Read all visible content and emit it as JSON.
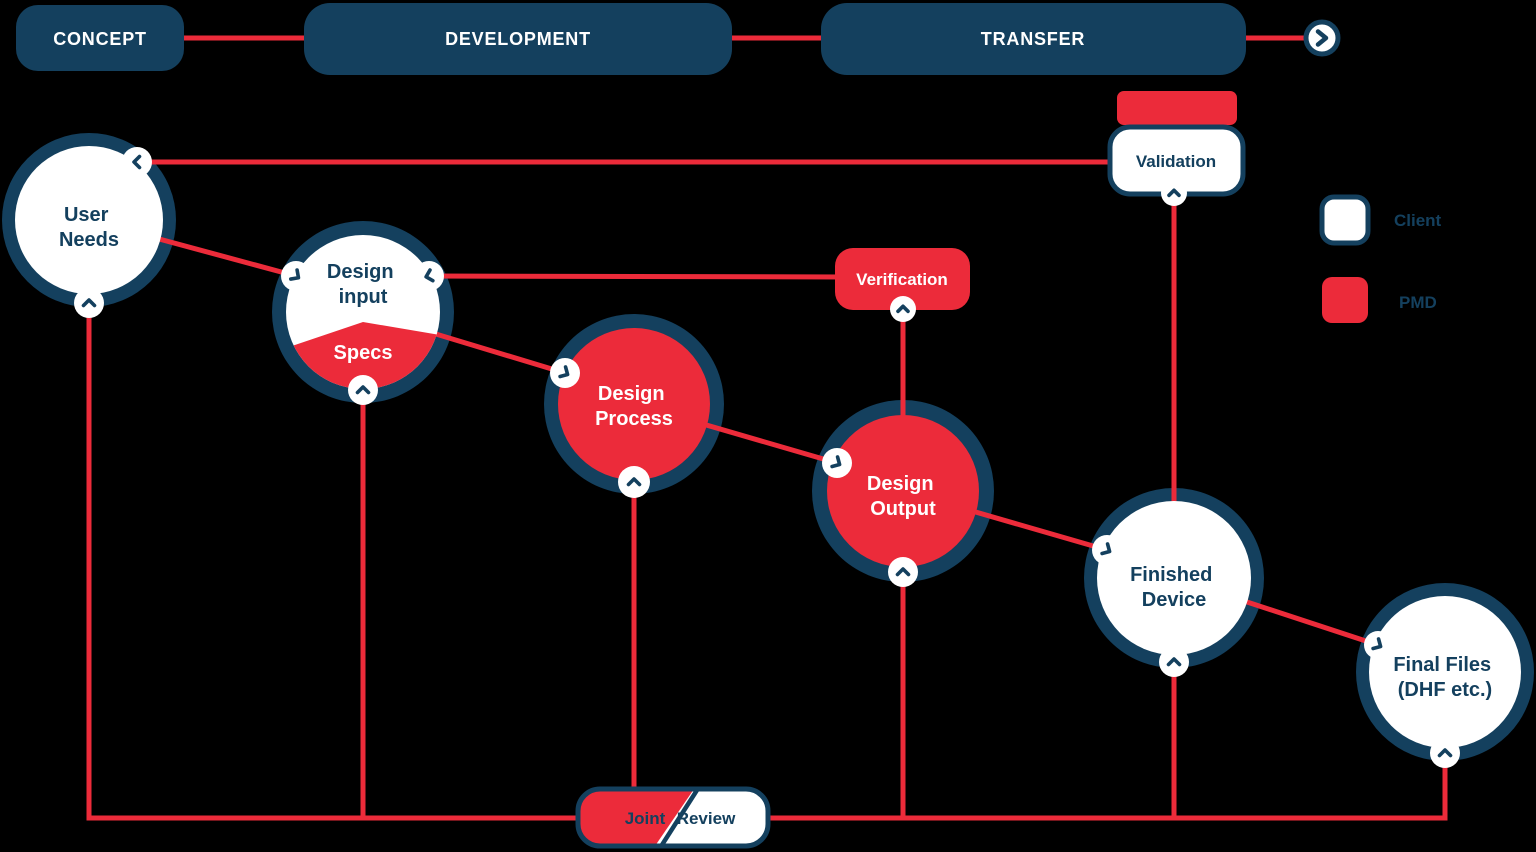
{
  "colors": {
    "navy": "#14405E",
    "red": "#EC2B3A",
    "white": "#FFFFFF",
    "background": "#000000"
  },
  "phase_bar": {
    "concept": "CONCEPT",
    "development": "DEVELOPMENT",
    "transfer": "TRANSFER",
    "next_icon": "chevron-right"
  },
  "circles": {
    "user_needs": {
      "line1": "User",
      "line2": "Needs"
    },
    "design_input": {
      "line1": "Design",
      "line2": "input",
      "segment": "Specs"
    },
    "design_process": {
      "line1": "Design",
      "line2": "Process"
    },
    "design_output": {
      "line1": "Design",
      "line2": "Output"
    },
    "finished_device": {
      "line1": "Finished",
      "line2": "Device"
    },
    "final_files": {
      "line1": "Final Files",
      "line2": "(DHF etc.)"
    }
  },
  "badges": {
    "validation": "Validation",
    "verification": "Verification"
  },
  "joint_review": {
    "left": "Joint",
    "right": "Review"
  },
  "legend": {
    "client": "Client",
    "pmd": "PMD"
  }
}
